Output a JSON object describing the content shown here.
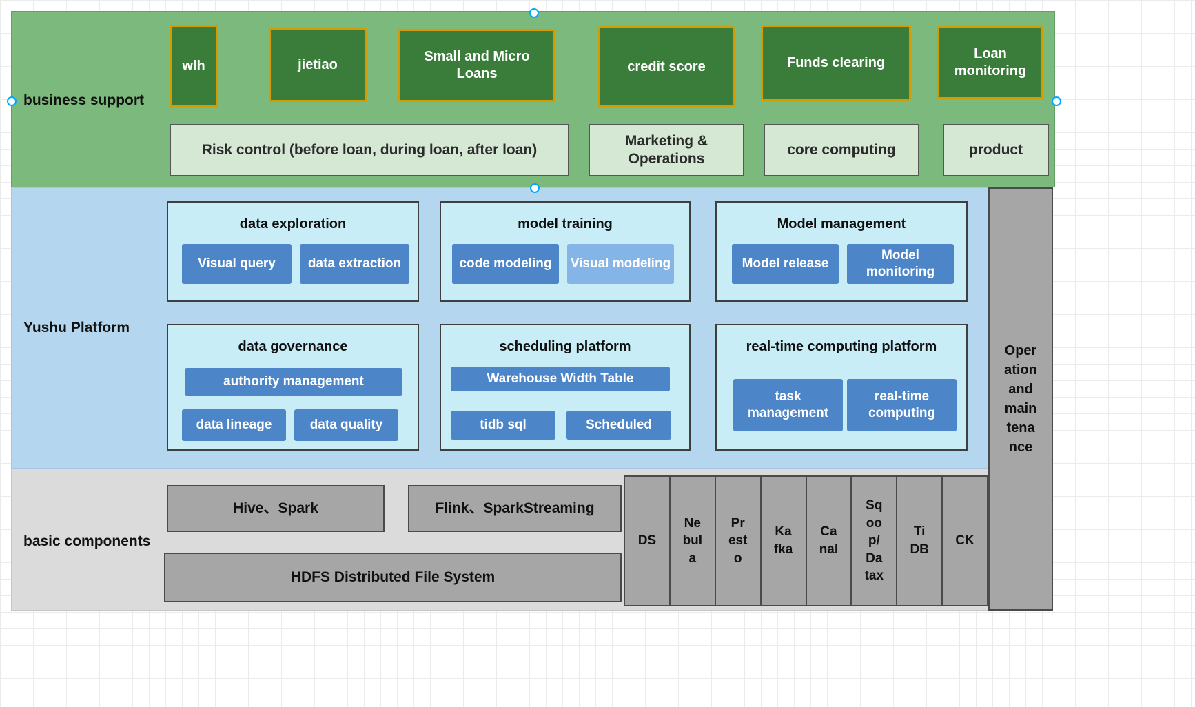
{
  "business_support": {
    "label": "business support",
    "apps": [
      "wlh",
      "jietiao",
      "Small and Micro Loans",
      "credit score",
      "Funds clearing",
      "Loan monitoring"
    ],
    "domains": [
      "Risk control (before loan, during loan, after loan)",
      "Marketing & Operations",
      "core computing",
      "product"
    ]
  },
  "platform": {
    "label": "Yushu Platform",
    "groups": [
      {
        "title": "data exploration",
        "buttons": [
          "Visual query",
          "data extraction"
        ]
      },
      {
        "title": "model training",
        "buttons": [
          "code modeling",
          "Visual modeling"
        ]
      },
      {
        "title": "Model management",
        "buttons": [
          "Model release",
          "Model monitoring"
        ]
      },
      {
        "title": "data governance",
        "wide": "authority management",
        "buttons": [
          "data lineage",
          "data quality"
        ]
      },
      {
        "title": "scheduling platform",
        "wide": "Warehouse Width Table",
        "buttons": [
          "tidb sql",
          "Scheduled"
        ]
      },
      {
        "title": "real-time computing platform",
        "buttons": [
          "task management",
          "real-time computing"
        ]
      }
    ]
  },
  "operations": {
    "label": "Operation and maintenance"
  },
  "basic_components": {
    "label": "basic components",
    "boxes": [
      "Hive、Spark",
      "Flink、SparkStreaming",
      "HDFS Distributed File System"
    ],
    "columns": [
      "DS",
      "Nebula",
      "Presto",
      "Kafka",
      "Canal",
      "Sqoop/Datax",
      "TiDB",
      "CK"
    ]
  },
  "colors": {
    "band_green": "#7cb97c",
    "app_dark_green": "#3a7d3b",
    "app_border_orange": "#d79b00",
    "domain_light_green": "#d5e8d4",
    "band_blue": "#b5d6ef",
    "group_cyan": "#c9edf6",
    "button_blue": "#4c86c8",
    "button_light_blue": "#85b4e6",
    "gray_box": "#a6a6a6",
    "band_gray": "#dbdbdb",
    "handle_blue": "#00a8ff"
  }
}
